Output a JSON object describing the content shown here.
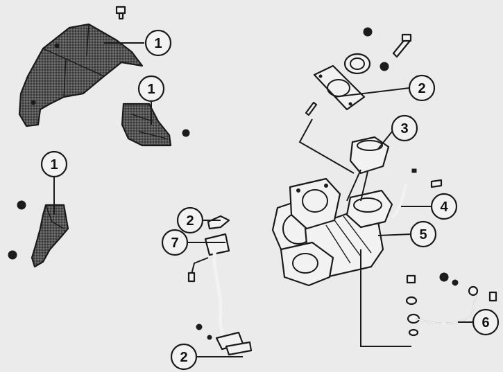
{
  "callouts": [
    {
      "id": "c1a",
      "label": "1"
    },
    {
      "id": "c1b",
      "label": "1"
    },
    {
      "id": "c1c",
      "label": "1"
    },
    {
      "id": "c2a",
      "label": "2"
    },
    {
      "id": "c2b",
      "label": "2"
    },
    {
      "id": "c2c",
      "label": "2"
    },
    {
      "id": "c3",
      "label": "3"
    },
    {
      "id": "c4",
      "label": "4"
    },
    {
      "id": "c5",
      "label": "5"
    },
    {
      "id": "c6",
      "label": "6"
    },
    {
      "id": "c7",
      "label": "7"
    }
  ],
  "colors": {
    "ink": "#1a1a1a",
    "paper": "#ebebeb"
  }
}
